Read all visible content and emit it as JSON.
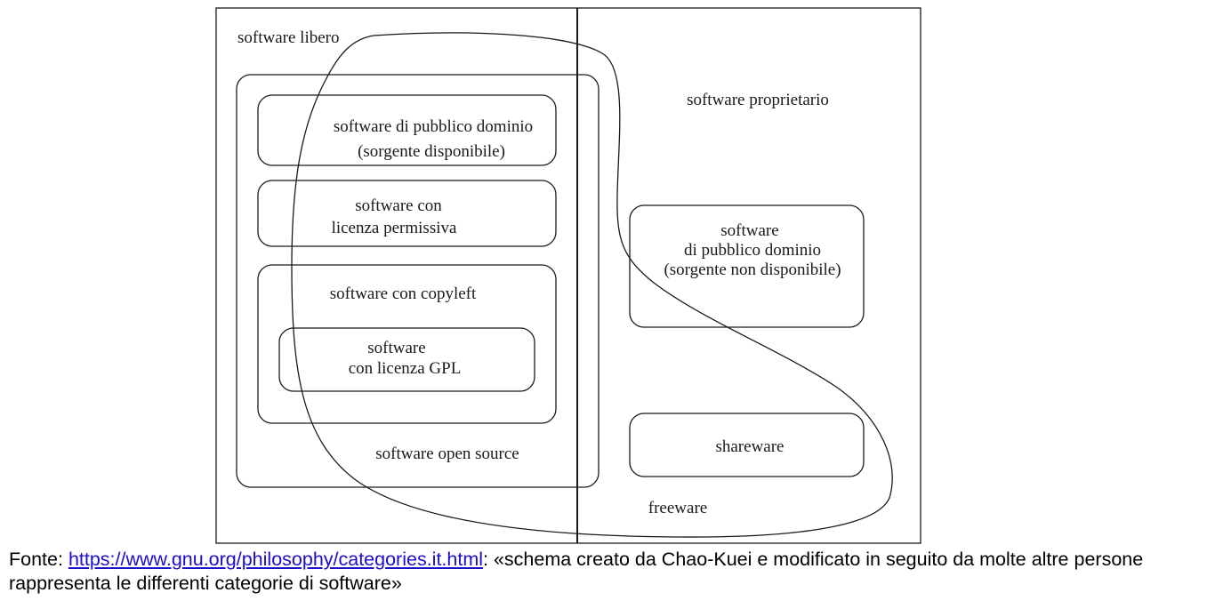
{
  "diagram": {
    "free_software": "software libero",
    "proprietary_software": "software proprietario",
    "public_domain_source": [
      "software di pubblico dominio",
      "(sorgente disponibile)"
    ],
    "permissive": [
      "software con",
      "licenza permissiva"
    ],
    "copyleft": "software con copyleft",
    "gpl": [
      "software",
      "con licenza GPL"
    ],
    "open_source": "software open source",
    "public_domain_nosource": [
      "software",
      "di pubblico dominio",
      "(sorgente non disponibile)"
    ],
    "shareware": "shareware",
    "freeware": "freeware"
  },
  "caption": {
    "prefix": "Fonte: ",
    "link_text": "https://www.gnu.org/philosophy/categories.it.html",
    "suffix": ": «schema creato da Chao-Kuei e modificato in seguito da molte altre persone rappresenta le differenti categorie di software»"
  }
}
